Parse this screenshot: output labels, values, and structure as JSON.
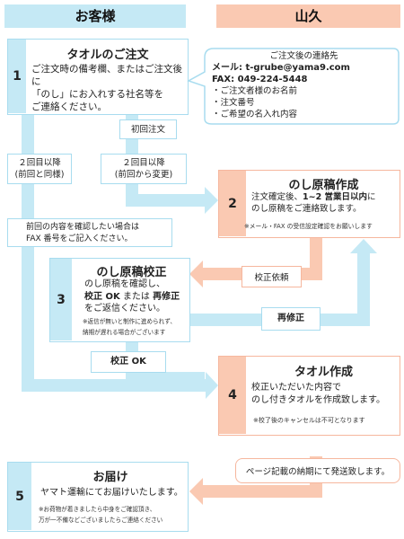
{
  "header": {
    "customer": "お客様",
    "company": "山久"
  },
  "step1": {
    "number": "1",
    "title": "タオルのご注文",
    "body": [
      "ご注文時の備考欄、またはご注文後に",
      "「のし」にお入れする社名等を",
      "ご連絡ください。"
    ]
  },
  "contact": {
    "title": "ご注文後の連絡先",
    "mail": "メール: t-grube@yama9.com",
    "fax": "FAX: 049-224-5448",
    "items": [
      "・ご注文者様のお名前",
      "・注文番号",
      "・ご希望の名入れ内容"
    ]
  },
  "first_order": "初回注文",
  "repeat_same": [
    "２回目以降",
    "(前回と同様)"
  ],
  "repeat_change": [
    "２回目以降",
    "(前回から変更)"
  ],
  "step2": {
    "number": "2",
    "title": "のし原稿作成",
    "line1_pre": "注文確定後、",
    "line1_bold": "1~2 営業日以内",
    "line1_post": "に",
    "line2": "のし原稿をご連絡致します。",
    "note": "※メール・FAX の受信設定確認をお願いします"
  },
  "fax_note": [
    "前回の内容を確認したい場合は",
    "FAX 番号をご記入ください。"
  ],
  "proof_request": "校正依頼",
  "revision": "再修正",
  "step3": {
    "number": "3",
    "title": "のし原稿校正",
    "line1": "のし原稿を確認し、",
    "line2_a": "校正 OK",
    "line2_b": " または ",
    "line2_c": "再修正",
    "line3": "をご返信ください。",
    "note1": "※返信が無いと制作に進められず、",
    "note2": "納期が遅れる場合がございます"
  },
  "proof_ok": "校正 OK",
  "step4": {
    "number": "4",
    "title": "タオル作成",
    "line1": "校正いただいた内容で",
    "line2": "のし付きタオルを作成致します。",
    "note": "※校了後のキャンセルは不可となります"
  },
  "shipping_note": "ページ記載の納期にて発送致します。",
  "step5": {
    "number": "5",
    "title": "お届け",
    "body": "ヤマト運輸にてお届けいたします。",
    "note1": "※お荷物が着きましたら中身をご確認頂き、",
    "note2": "万が一不備などございましたらご連絡ください"
  },
  "colors": {
    "blue": "#a8dcef",
    "blue_fill": "#c5e9f5",
    "orange": "#f6b79e",
    "orange_fill": "#fac9b2"
  }
}
